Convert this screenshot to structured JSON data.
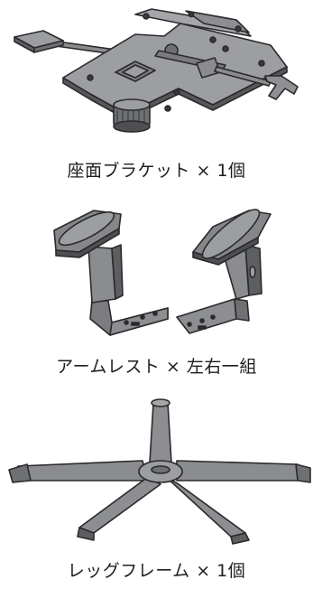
{
  "items": [
    {
      "label": "座面ブラケット × 1個",
      "icon": "seat-bracket-icon"
    },
    {
      "label": "アームレスト × 左右一組",
      "icon": "armrest-icon"
    },
    {
      "label": "レッグフレーム × 1個",
      "icon": "leg-frame-icon"
    }
  ],
  "colors": {
    "metal_light": "#9c9ea2",
    "metal_mid": "#85878b",
    "metal_dark": "#4d4f53",
    "outline": "#2a2a2a"
  }
}
